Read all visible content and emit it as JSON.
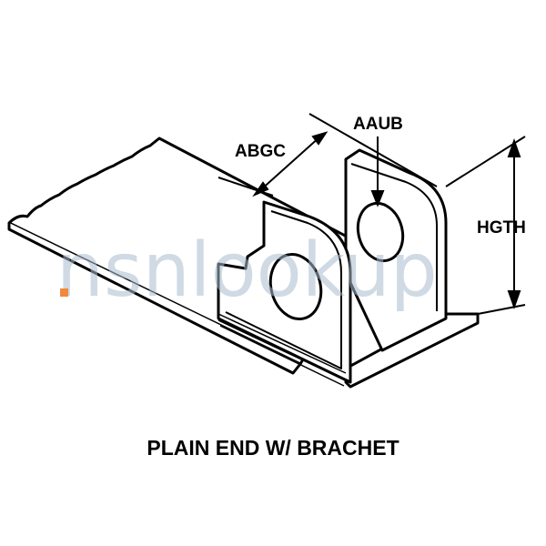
{
  "diagram": {
    "caption": "PLAIN END W/ BRACHET",
    "dimensions": {
      "width_label": "ABGC",
      "hole_label": "AAUB",
      "height_label": "HGTH"
    }
  },
  "watermark": {
    "text": "nsnlookup",
    "accent_color": "#f08a3c",
    "text_color": "#a9bccf"
  }
}
